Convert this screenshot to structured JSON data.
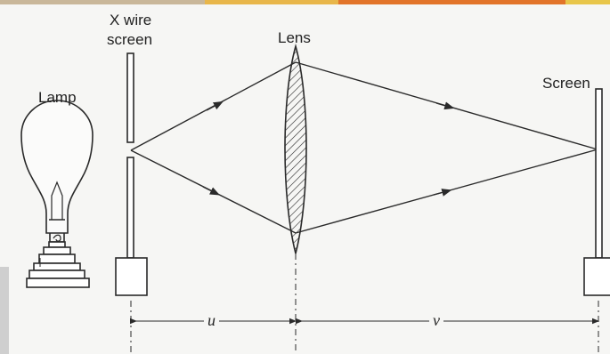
{
  "labels": {
    "x_wire_line1": "X wire",
    "x_wire_line2": "screen",
    "lens": "Lens",
    "lamp": "Lamp",
    "screen": "Screen",
    "u": "u",
    "v": "v"
  },
  "colors": {
    "ink": "#2a2a2a",
    "paper": "#f6f6f4",
    "accent_bar": "#e2742a",
    "accent_bar_2": "#e8b64a"
  }
}
